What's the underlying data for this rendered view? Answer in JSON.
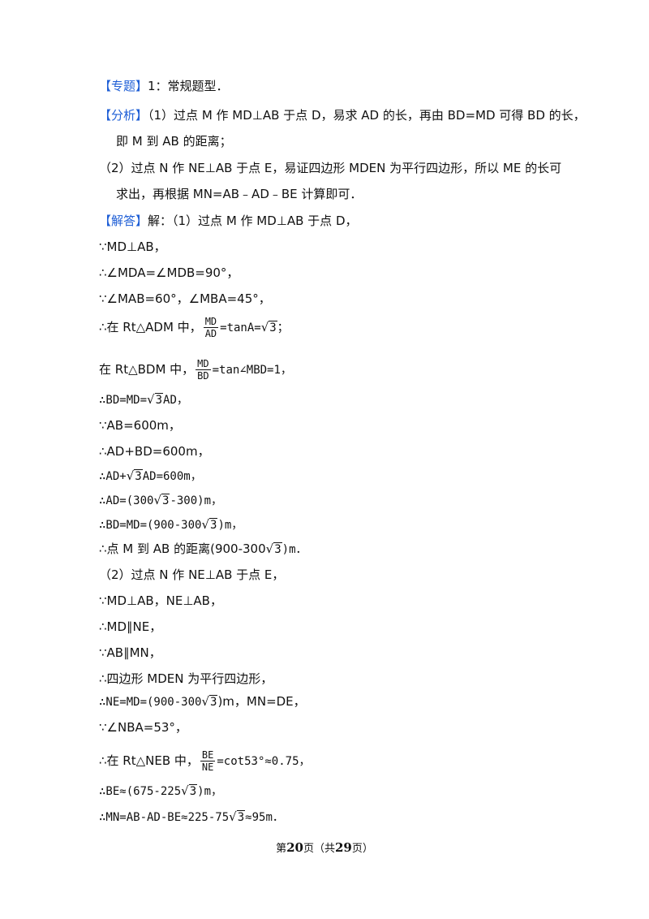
{
  "l01": {
    "a": "【专题】",
    "b": "1：常规题型．"
  },
  "l02": {
    "a": "【分析】",
    "b": "（1）过点 M 作 MD⊥AB 于点 D，易求 AD 的长，再由 BD=MD 可得 BD 的长，"
  },
  "l03": {
    "a": "即 M 到 AB 的距离；"
  },
  "l04": {
    "a": "（2）过点 N 作 NE⊥AB 于点 E，易证四边形 MDEN 为平行四边形，所以 ME 的长可"
  },
  "l05": {
    "a": "求出，再根据 MN=AB﹣AD﹣BE 计算即可．"
  },
  "l06": {
    "a": "【解答】",
    "b": "解：（1）过点 M 作 MD⊥AB 于点 D，"
  },
  "l07": {
    "a": "∵MD⊥AB，"
  },
  "l08": {
    "a": "∴∠MDA=∠MDB=90°，"
  },
  "l09": {
    "a": "∵∠MAB=60°，∠MBA=45°，"
  },
  "l10": {
    "a": "∴在 Rt△ADM 中，",
    "num": "MD",
    "den": "AD",
    "b": "=tanA=",
    "r": "3",
    "c": "；"
  },
  "l11": {
    "a": "在 Rt△BDM 中，",
    "num": "MD",
    "den": "BD",
    "b": "=tan∠MBD=1，"
  },
  "l12": {
    "a": "∴BD=MD=",
    "r": "3",
    "b": "AD，"
  },
  "l13": {
    "a": "∵AB=600m，"
  },
  "l14": {
    "a": "∴AD+BD=600m，"
  },
  "l15": {
    "a": "∴AD+",
    "r": "3",
    "b": "AD=600m，"
  },
  "l16": {
    "a": "∴AD=(300",
    "r": "3",
    "b": "-300)m，"
  },
  "l17": {
    "a": "∴BD=MD=(900-300",
    "r": "3",
    "b": ")m，"
  },
  "l18": {
    "a": "∴点 M 到 AB 的距离(900-300",
    "r": "3",
    "b": ")m．"
  },
  "l19": {
    "a": "（2）过点 N 作 NE⊥AB 于点 E，"
  },
  "l20": {
    "a": "∵MD⊥AB，NE⊥AB，"
  },
  "l21": {
    "a": "∴MD∥NE，"
  },
  "l22": {
    "a": "∵AB∥MN，"
  },
  "l23": {
    "a": "∴四边形 MDEN 为平行四边形，"
  },
  "l24": {
    "a": "∴NE=MD=(900-300",
    "r": "3",
    "b": ")m，MN=DE，"
  },
  "l25": {
    "a": "∵∠NBA=53°，"
  },
  "l26": {
    "a": "∴在 Rt△NEB 中，",
    "num": "BE",
    "den": "NE",
    "b": "=cot53°≈0.75，"
  },
  "l27": {
    "a": "∴BE≈(675-225",
    "r": "3",
    "b": ")m，"
  },
  "l28": {
    "a": "∴MN=AB-AD-BE≈225-75",
    "r": "3",
    "b": "≈95m．"
  },
  "footer": {
    "pre": "第",
    "page": "20",
    "mid": "页（共",
    "total": "29",
    "post": "页）"
  },
  "colors": {
    "heading": "#1f5fd6",
    "text": "#111111"
  }
}
